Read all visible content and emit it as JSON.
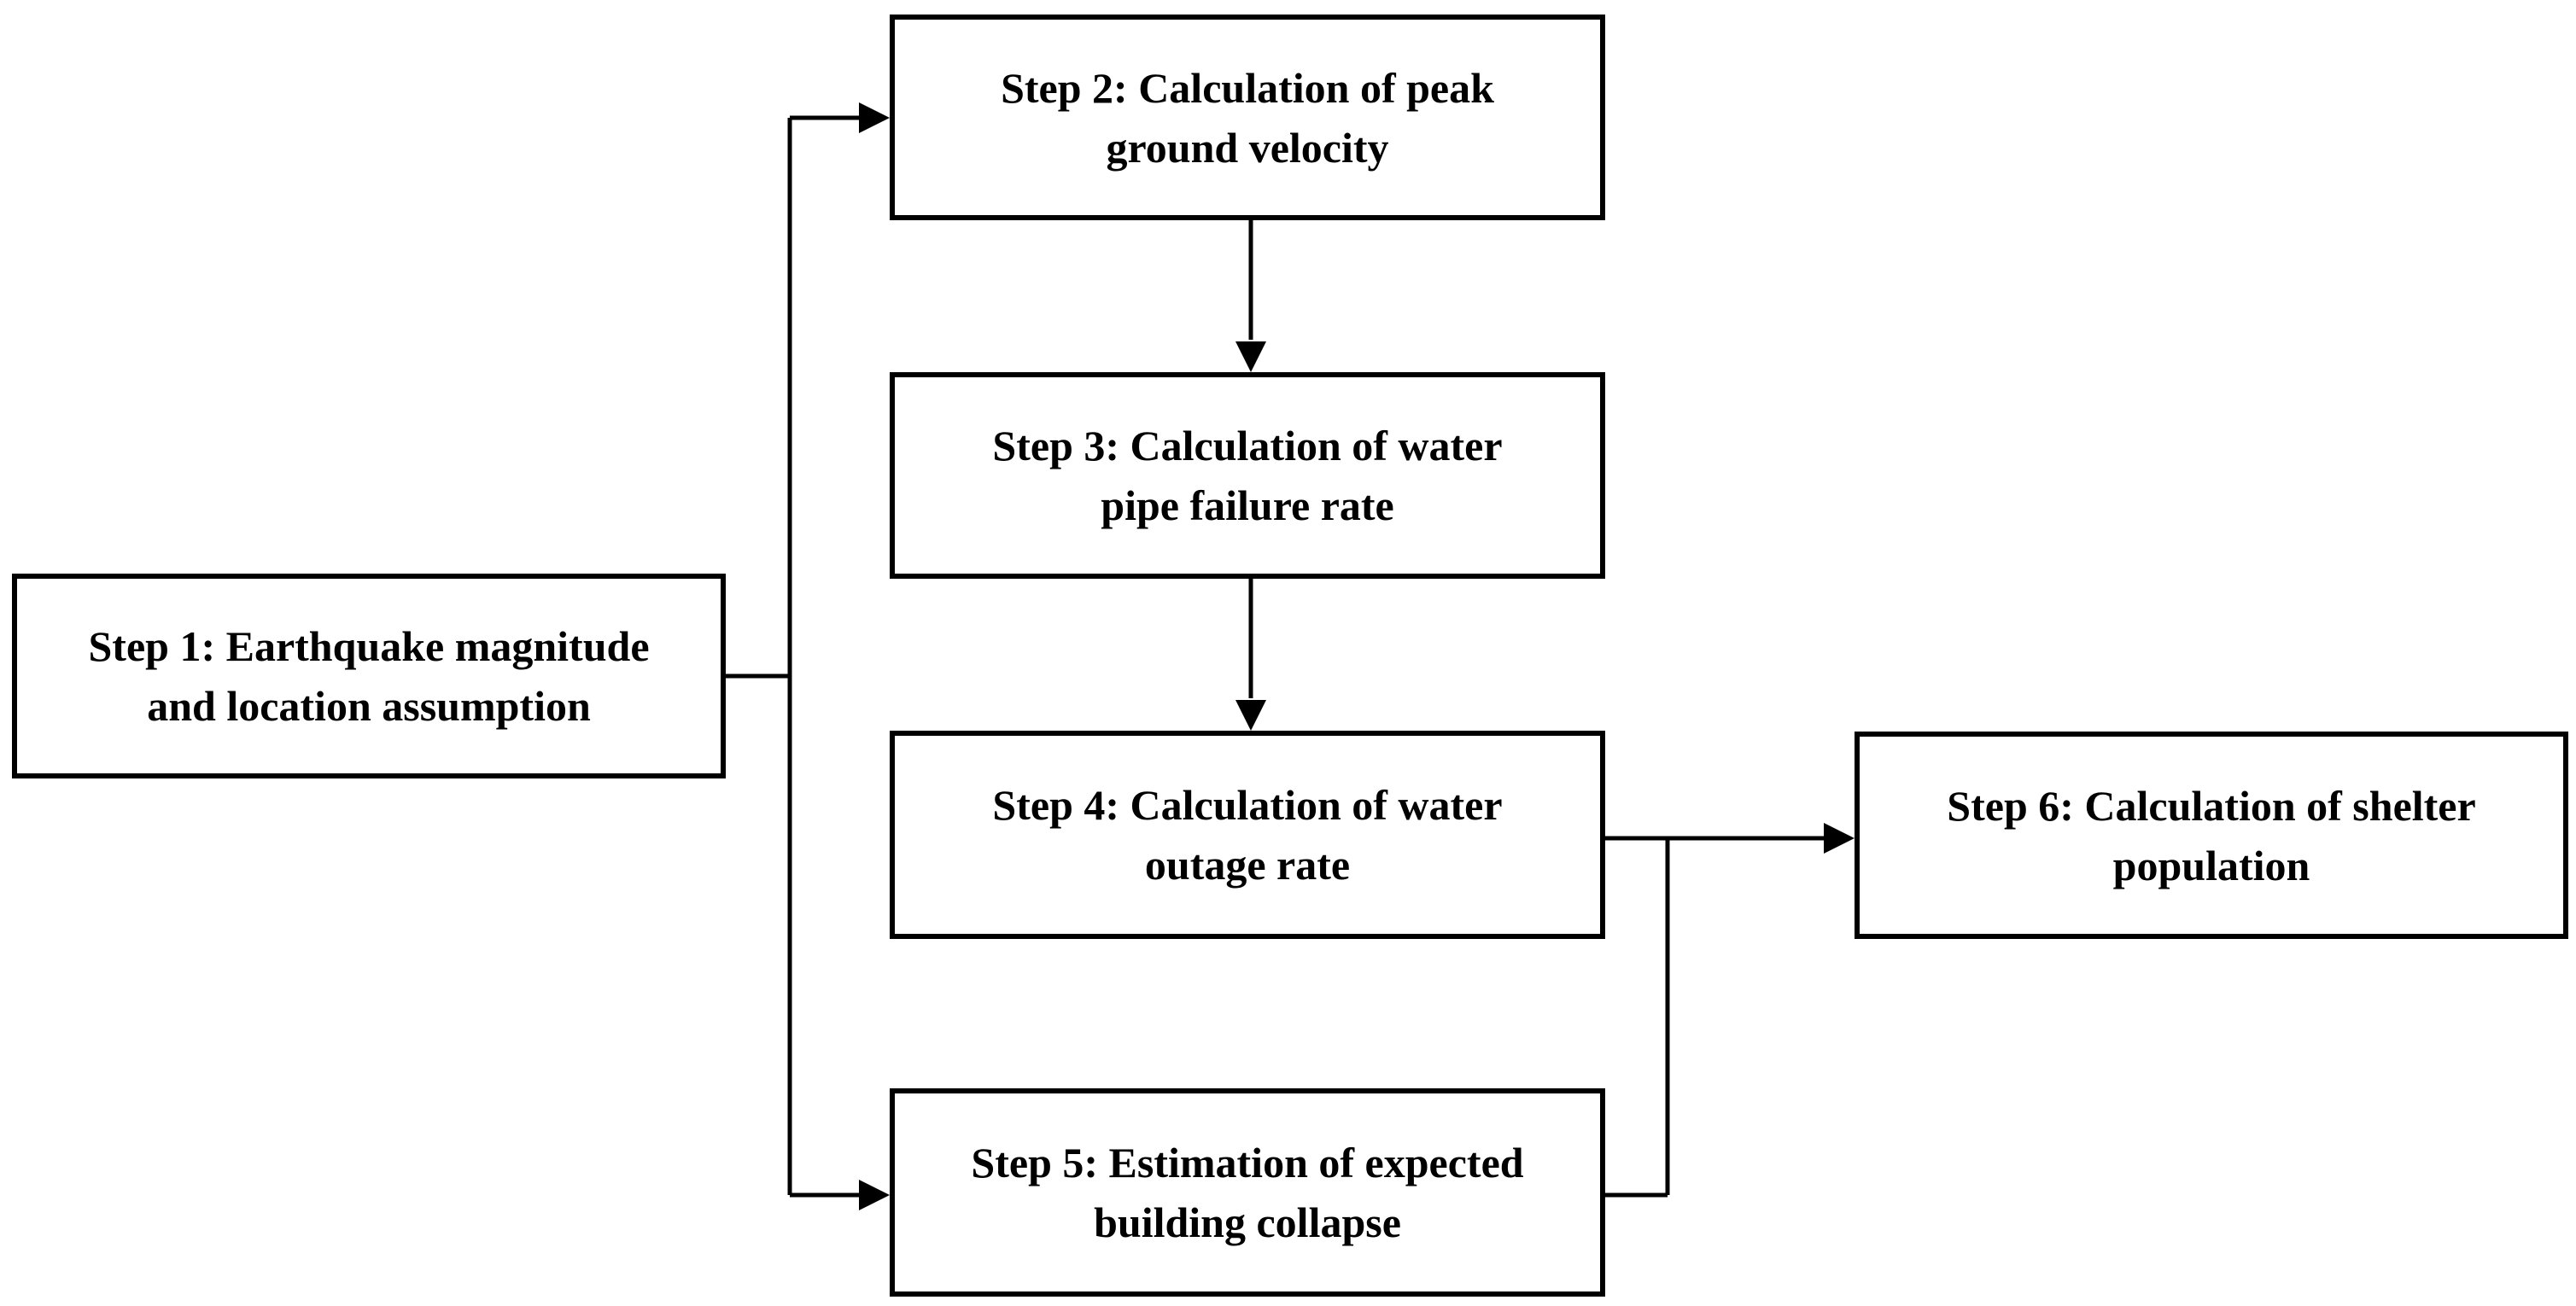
{
  "diagram": {
    "colors": {
      "line": "#000000",
      "box_fill": "#ffffff",
      "text": "#000000"
    },
    "steps": [
      {
        "id": "step1",
        "lines": [
          "Step 1: Earthquake magnitude",
          "and location assumption"
        ]
      },
      {
        "id": "step2",
        "lines": [
          "Step 2: Calculation of peak",
          "ground velocity"
        ]
      },
      {
        "id": "step3",
        "lines": [
          "Step 3: Calculation of water",
          "pipe failure rate"
        ]
      },
      {
        "id": "step4",
        "lines": [
          "Step 4: Calculation of water",
          "outage rate"
        ]
      },
      {
        "id": "step5",
        "lines": [
          "Step 5: Estimation of expected",
          "building collapse"
        ]
      },
      {
        "id": "step6",
        "lines": [
          "Step 6: Calculation of shelter",
          "population"
        ]
      }
    ],
    "connections": [
      {
        "from": "step1",
        "to": "step2"
      },
      {
        "from": "step1",
        "to": "step5"
      },
      {
        "from": "step2",
        "to": "step3"
      },
      {
        "from": "step3",
        "to": "step4"
      },
      {
        "from": "step4",
        "to": "step6"
      },
      {
        "from": "step5",
        "to": "step6"
      }
    ]
  }
}
